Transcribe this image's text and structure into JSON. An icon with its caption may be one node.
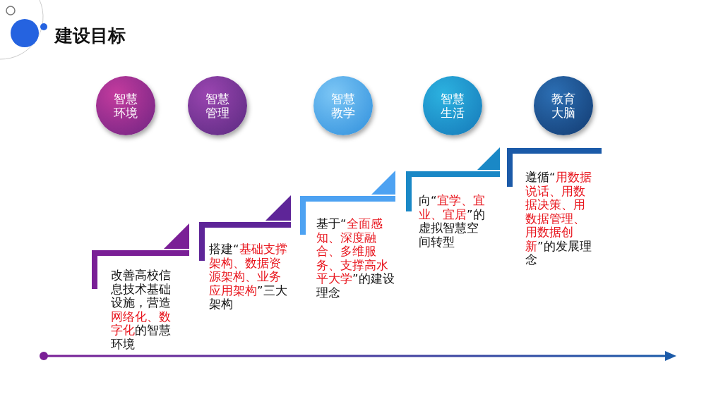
{
  "diagram": {
    "title": "建设目标",
    "nodes": [
      {
        "text": [
          "智慧环境"
        ]
      },
      {
        "text": [
          "智慧管理"
        ]
      },
      {
        "text": [
          "智慧教学"
        ]
      },
      {
        "text": [
          "智慧生活"
        ]
      },
      {
        "text": [
          "教育大脑"
        ]
      },
      {
        "text": [
          "改善高校信息技术基础设施，营造**网络化、数字化**的智慧环境"
        ]
      },
      {
        "text": [
          "搭建“**基础支撑架构、数据资源架构、业务应用架构**”三大架构"
        ]
      },
      {
        "text": [
          "基于“**全面感知、深度融合、多维服务、支撑高水平大学**”的建设理念"
        ]
      },
      {
        "text": [
          "向“**宜学、宜业、宜居**”的虚拟智慧空间转型"
        ]
      },
      {
        "text": [
          "遵循“**用数据说话、用数据决策、用数据管理、用数据创新**”的发展理念"
        ]
      }
    ]
  }
}
